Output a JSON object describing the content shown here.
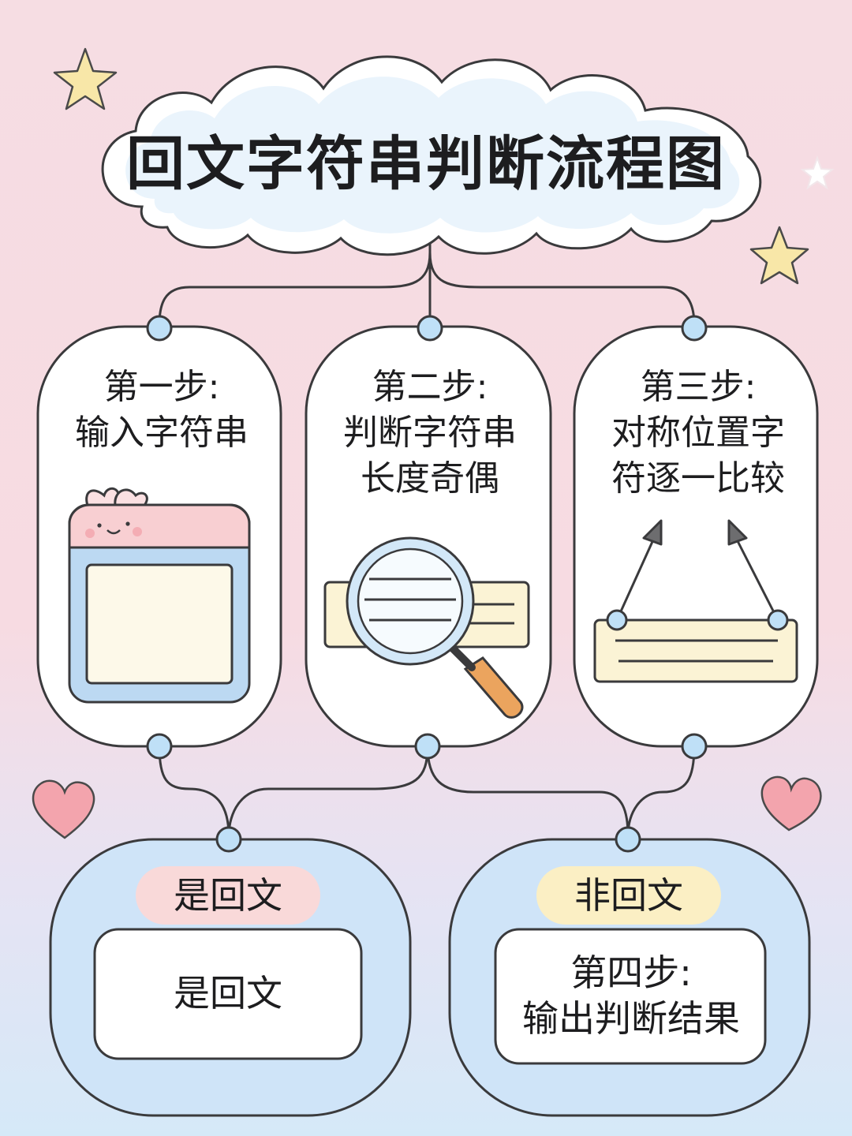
{
  "title": "回文字符串判断流程图",
  "steps": [
    {
      "label": "第一步:\n输入字符串",
      "icon": "input-window-icon"
    },
    {
      "label": "第二步:\n判断字符串\n长度奇偶",
      "icon": "magnifier-icon"
    },
    {
      "label": "第三步:\n对称位置字\n符逐一比较",
      "icon": "compare-arrows-icon"
    }
  ],
  "results": [
    {
      "badge": "是回文",
      "text": "是回文",
      "badge_color": "#f9d9d9"
    },
    {
      "badge": "非回文",
      "text": "第四步:\n输出判断结果",
      "badge_color": "#fbefc4"
    }
  ],
  "colors": {
    "outline": "#3a3a3c",
    "node": "#bfe0f7",
    "card": "#ffffff",
    "result_box": "#cfe4f8",
    "star": "#f8e7a8",
    "heart": "#f3a4ad"
  }
}
